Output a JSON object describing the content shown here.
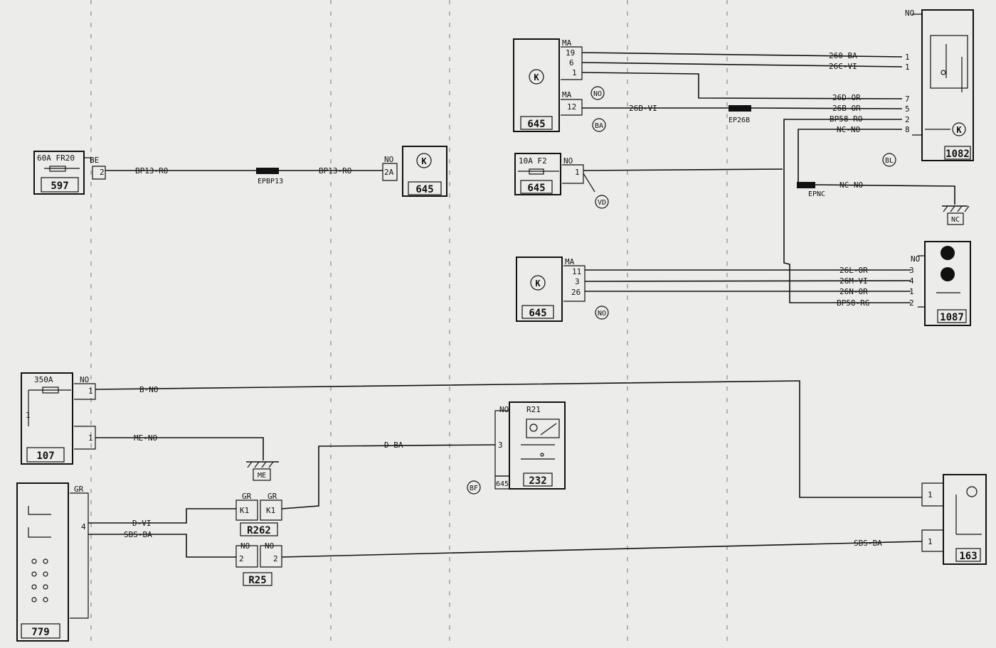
{
  "components": {
    "c597": {
      "id": "597",
      "fuse": "60A FR20",
      "conn": "BE",
      "pin": "2"
    },
    "c645a": {
      "id": "645",
      "conn": "NO",
      "pin": "2A"
    },
    "c645b": {
      "id": "645",
      "conn1": "MA",
      "pins1": [
        "19",
        "6",
        "1"
      ],
      "conn2": "MA",
      "pin2": "12"
    },
    "c645c": {
      "id": "645",
      "fuse": "10A F2",
      "conn": "NO",
      "pin": "1"
    },
    "c645d": {
      "id": "645",
      "conn": "MA",
      "pins": [
        "11",
        "3",
        "26"
      ]
    },
    "c1082": {
      "id": "1082",
      "conn": "NO",
      "pins": [
        "1",
        "1",
        "7",
        "5",
        "2",
        "8"
      ]
    },
    "c1087": {
      "id": "1087",
      "conn": "NO",
      "pins": [
        "3",
        "4",
        "1",
        "2"
      ]
    },
    "c107": {
      "id": "107",
      "fuse": "350A",
      "conn": "NO",
      "pin1": "1",
      "pin2": "1",
      "internal": "1"
    },
    "c779": {
      "id": "779",
      "conn": "GR",
      "pin": "4"
    },
    "r262": {
      "id": "R262",
      "left_conn": "GR",
      "left_pin": "K1",
      "right_conn": "GR",
      "right_pin": "K1"
    },
    "r25": {
      "id": "R25",
      "left_conn": "NO",
      "left_pin": "2",
      "right_conn": "NO",
      "right_pin": "2"
    },
    "c232": {
      "id": "232",
      "conn": "NO",
      "relay": "R21",
      "pin": "3",
      "ground_id": "645"
    },
    "c163": {
      "id": "163",
      "pin1": "1",
      "pin2": "1"
    }
  },
  "wires": {
    "bp13_a": "BP13-RO",
    "bp13_b": "BP13-RO",
    "w260": "260-BA",
    "w26c": "26C-VI",
    "w26d": "26D-OR",
    "w26b": "26B-VI",
    "w26b_r": "26B-OR",
    "bp58_ro": "BP58-RO",
    "nc_no_a": "NC-NO",
    "nc_no_b": "NC-NO",
    "w26l": "26L-OR",
    "w26m": "26M-VI",
    "w26n": "26N-OR",
    "bp58_rg": "BP58-RG",
    "b_no": "B-NO",
    "me_no": "ME-NO",
    "d_ba": "D-BA",
    "d_vi": "D-VI",
    "sbs_ba_l": "SBS-BA",
    "sbs_ba_r": "SBS-BA"
  },
  "splices": {
    "bp13": "EPBP13",
    "s26b": "EP26B",
    "nc": "EPNC"
  },
  "grounds": {
    "nc": "NC",
    "me": "ME"
  },
  "markers": {
    "no_a": "NO",
    "ba": "BA",
    "vd": "VD",
    "no_b": "NO",
    "bl": "BL",
    "bf": "BF"
  }
}
